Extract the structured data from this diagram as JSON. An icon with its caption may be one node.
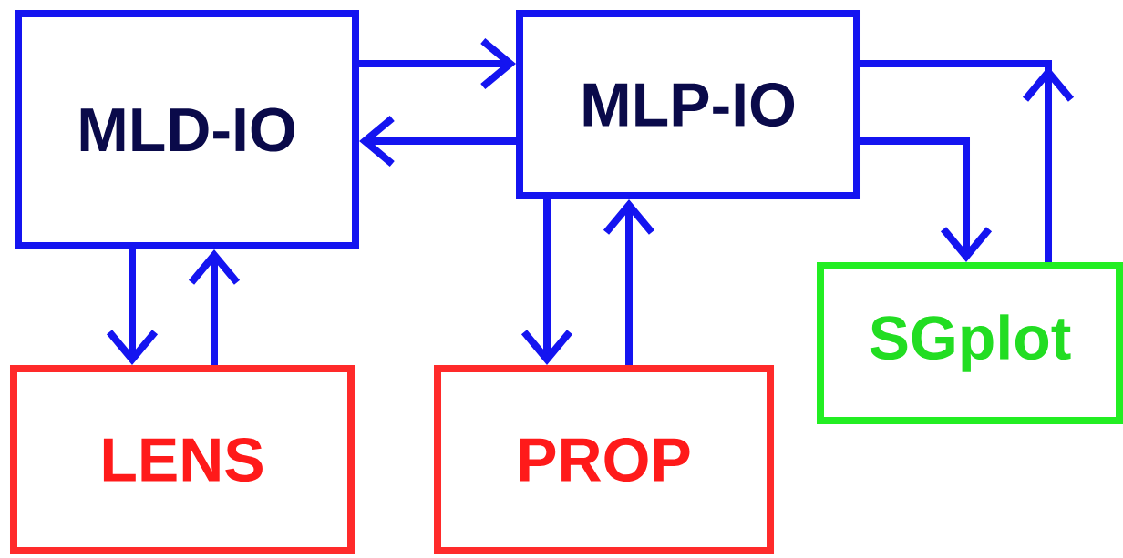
{
  "diagram": {
    "nodes": [
      {
        "text": [
          "MLD-IO"
        ]
      },
      {
        "text": [
          "MLP-IO"
        ]
      },
      {
        "text": [
          "LENS"
        ]
      },
      {
        "text": [
          "PROP"
        ]
      },
      {
        "text": [
          "SGplot"
        ]
      }
    ],
    "edges": [
      {
        "from": 0,
        "to": 1,
        "arrow": "to"
      },
      {
        "from": 1,
        "to": 0,
        "arrow": "to"
      },
      {
        "from": 0,
        "to": 2,
        "arrow": "to"
      },
      {
        "from": 2,
        "to": 0,
        "arrow": "to"
      },
      {
        "from": 1,
        "to": 3,
        "arrow": "to"
      },
      {
        "from": 3,
        "to": 1,
        "arrow": "to"
      },
      {
        "from": 1,
        "to": 4,
        "arrow": "to"
      },
      {
        "from": 4,
        "to": 1,
        "arrow": "to"
      }
    ]
  }
}
